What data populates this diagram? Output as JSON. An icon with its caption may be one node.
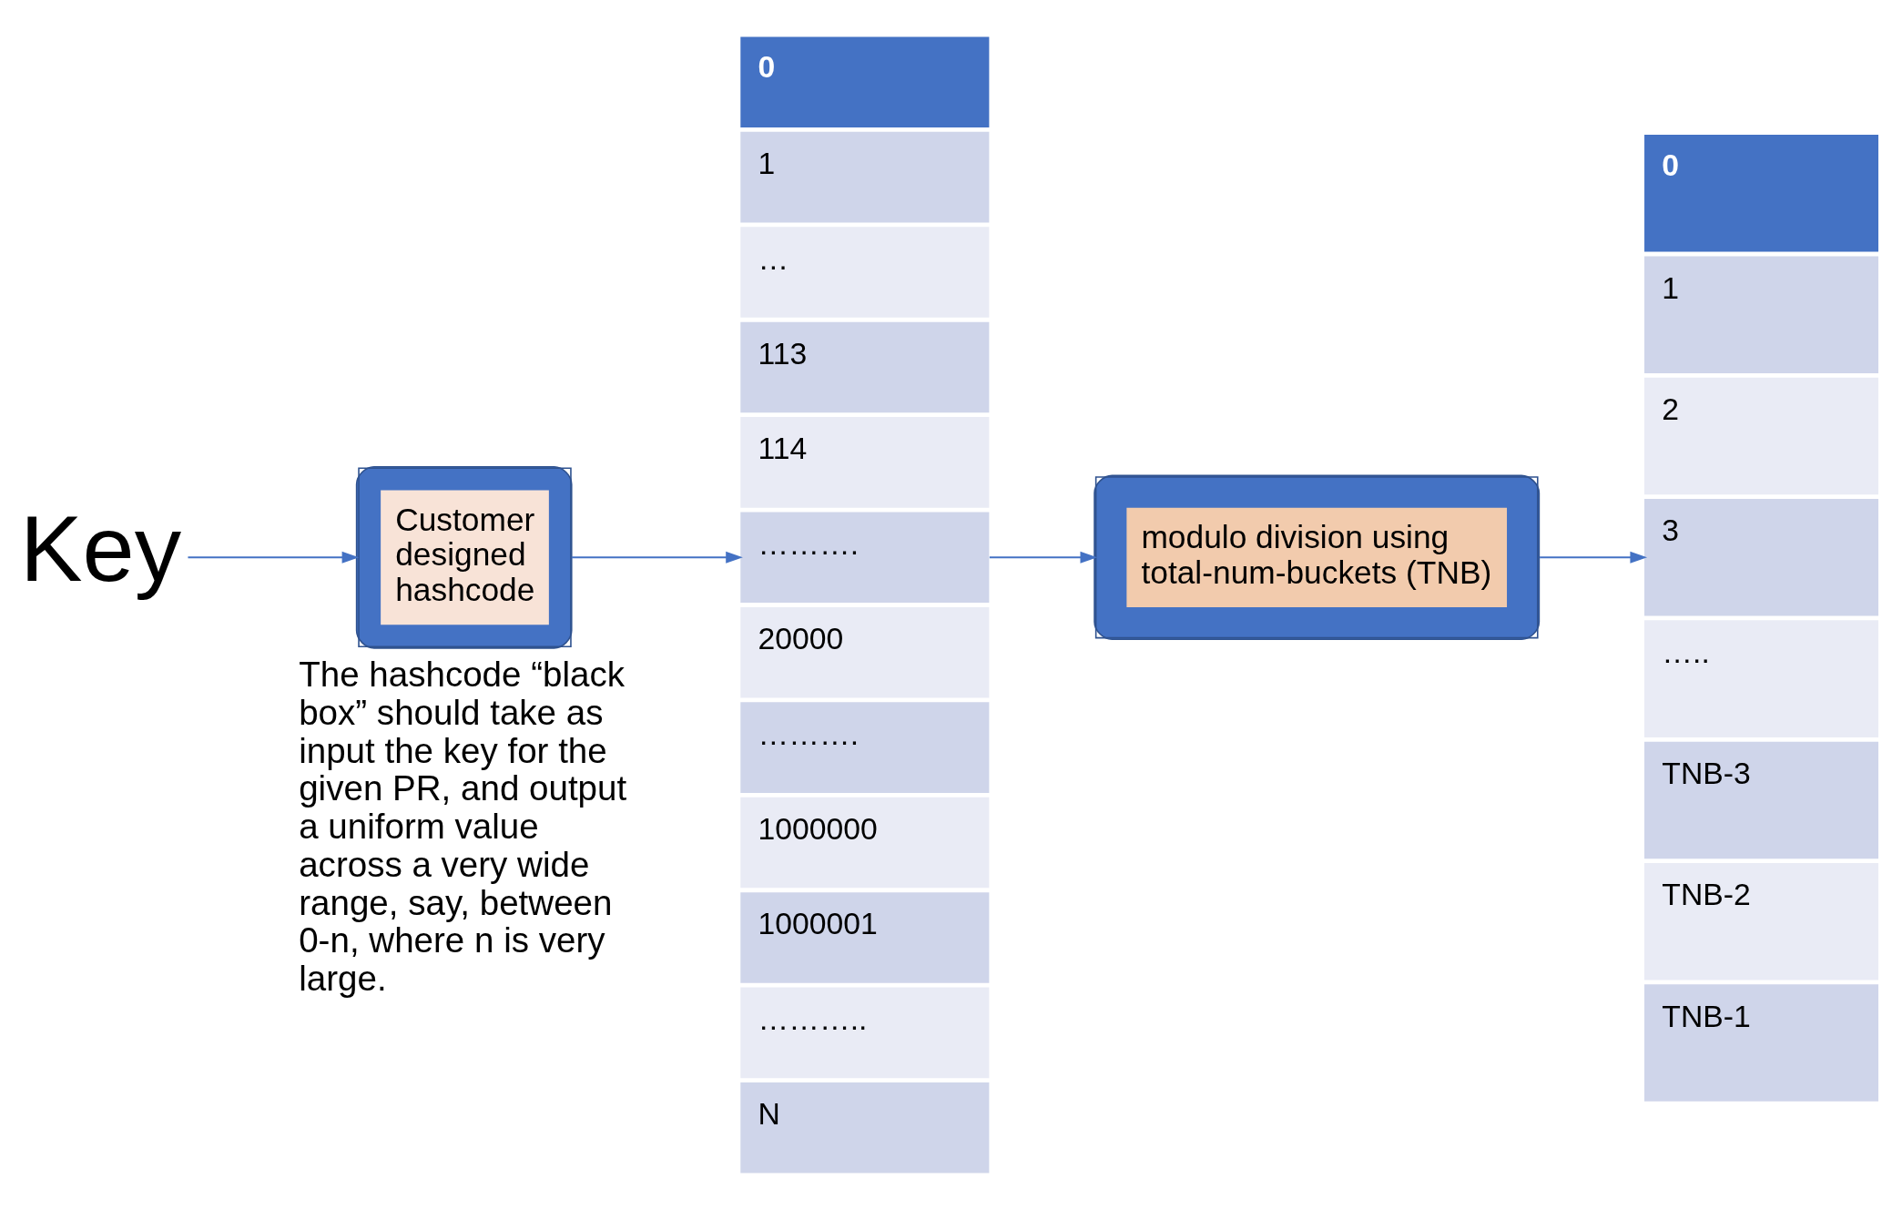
{
  "diagram": {
    "nodes": [
      {
        "text": [
          "Key"
        ]
      },
      {
        "text": [
          "Customer designed hashcode"
        ]
      },
      {
        "text": [
          "0"
        ]
      },
      {
        "text": [
          "1"
        ]
      },
      {
        "text": [
          "…"
        ]
      },
      {
        "text": [
          "113"
        ]
      },
      {
        "text": [
          "114"
        ]
      },
      {
        "text": [
          "………."
        ]
      },
      {
        "text": [
          "20000"
        ]
      },
      {
        "text": [
          "………."
        ]
      },
      {
        "text": [
          "1000000"
        ]
      },
      {
        "text": [
          "1000001"
        ]
      },
      {
        "text": [
          "……….."
        ]
      },
      {
        "text": [
          "N"
        ]
      },
      {
        "text": [
          "modulo division using total-num-buckets (TNB)"
        ]
      },
      {
        "text": [
          "0"
        ]
      },
      {
        "text": [
          "1"
        ]
      },
      {
        "text": [
          "2"
        ]
      },
      {
        "text": [
          "3"
        ]
      },
      {
        "text": [
          "….."
        ]
      },
      {
        "text": [
          "TNB-3"
        ]
      },
      {
        "text": [
          "TNB-2"
        ]
      },
      {
        "text": [
          "TNB-1"
        ]
      }
    ],
    "edges": [
      {
        "from": 0,
        "to": 1,
        "arrow": "to"
      },
      {
        "from": 1,
        "to": 7,
        "arrow": "to"
      },
      {
        "from": 7,
        "to": 14,
        "arrow": "to"
      },
      {
        "from": 14,
        "to": 18,
        "arrow": "to"
      }
    ],
    "labels": [
      "The hashcode “black box” should take as input the key for the given PR, and output a uniform value across a very wide range, say, between 0-n, where n is very large."
    ]
  }
}
